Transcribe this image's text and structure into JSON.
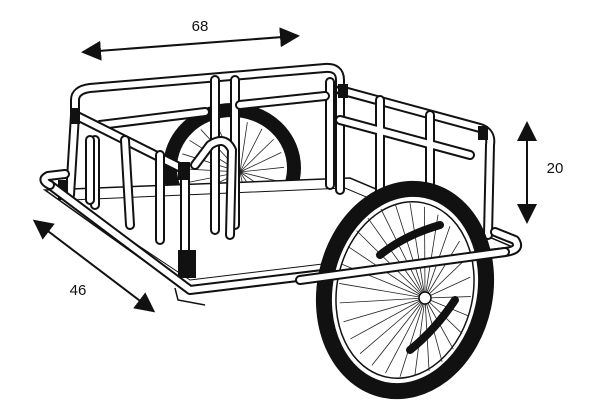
{
  "dimensions": {
    "length": "68",
    "height": "20",
    "width": "46"
  },
  "colors": {
    "line": "#111111",
    "background": "#ffffff"
  }
}
